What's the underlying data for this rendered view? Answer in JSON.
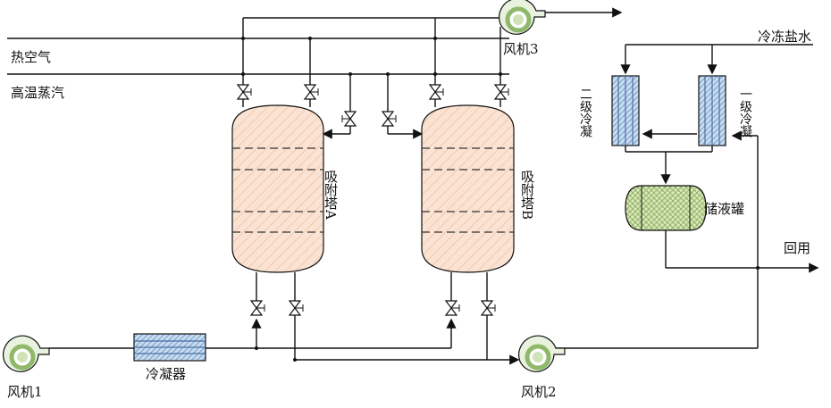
{
  "labels": {
    "hot_air": "热空气",
    "hot_steam": "高温蒸汽",
    "fan1": "风机1",
    "fan2": "风机2",
    "fan3": "风机3",
    "condenser": "冷凝器",
    "tower_a": "吸附塔A",
    "tower_b": "吸附塔B",
    "brine": "冷冻盐水",
    "cond_stage2": "二级冷凝",
    "cond_stage1": "一级冷凝",
    "storage_tank": "储液罐",
    "reuse": "回用"
  },
  "colors": {
    "tower_fill": "#fbe3d3",
    "tower_hatch": "#f0c9ad",
    "hx_fill": "#c7dcf0",
    "hx_stripe": "#6a8fc0",
    "tank_fill": "#d6e8b8",
    "tank_hatch": "#8faa5c",
    "fan_ring": "#8fb86a",
    "fan_body": "#e8f2de"
  },
  "icons": {
    "fan": "centrifugal-fan-icon",
    "valve": "gate-valve-icon",
    "heat_exchanger": "heat-exchanger-icon",
    "tank": "storage-tank-icon"
  }
}
